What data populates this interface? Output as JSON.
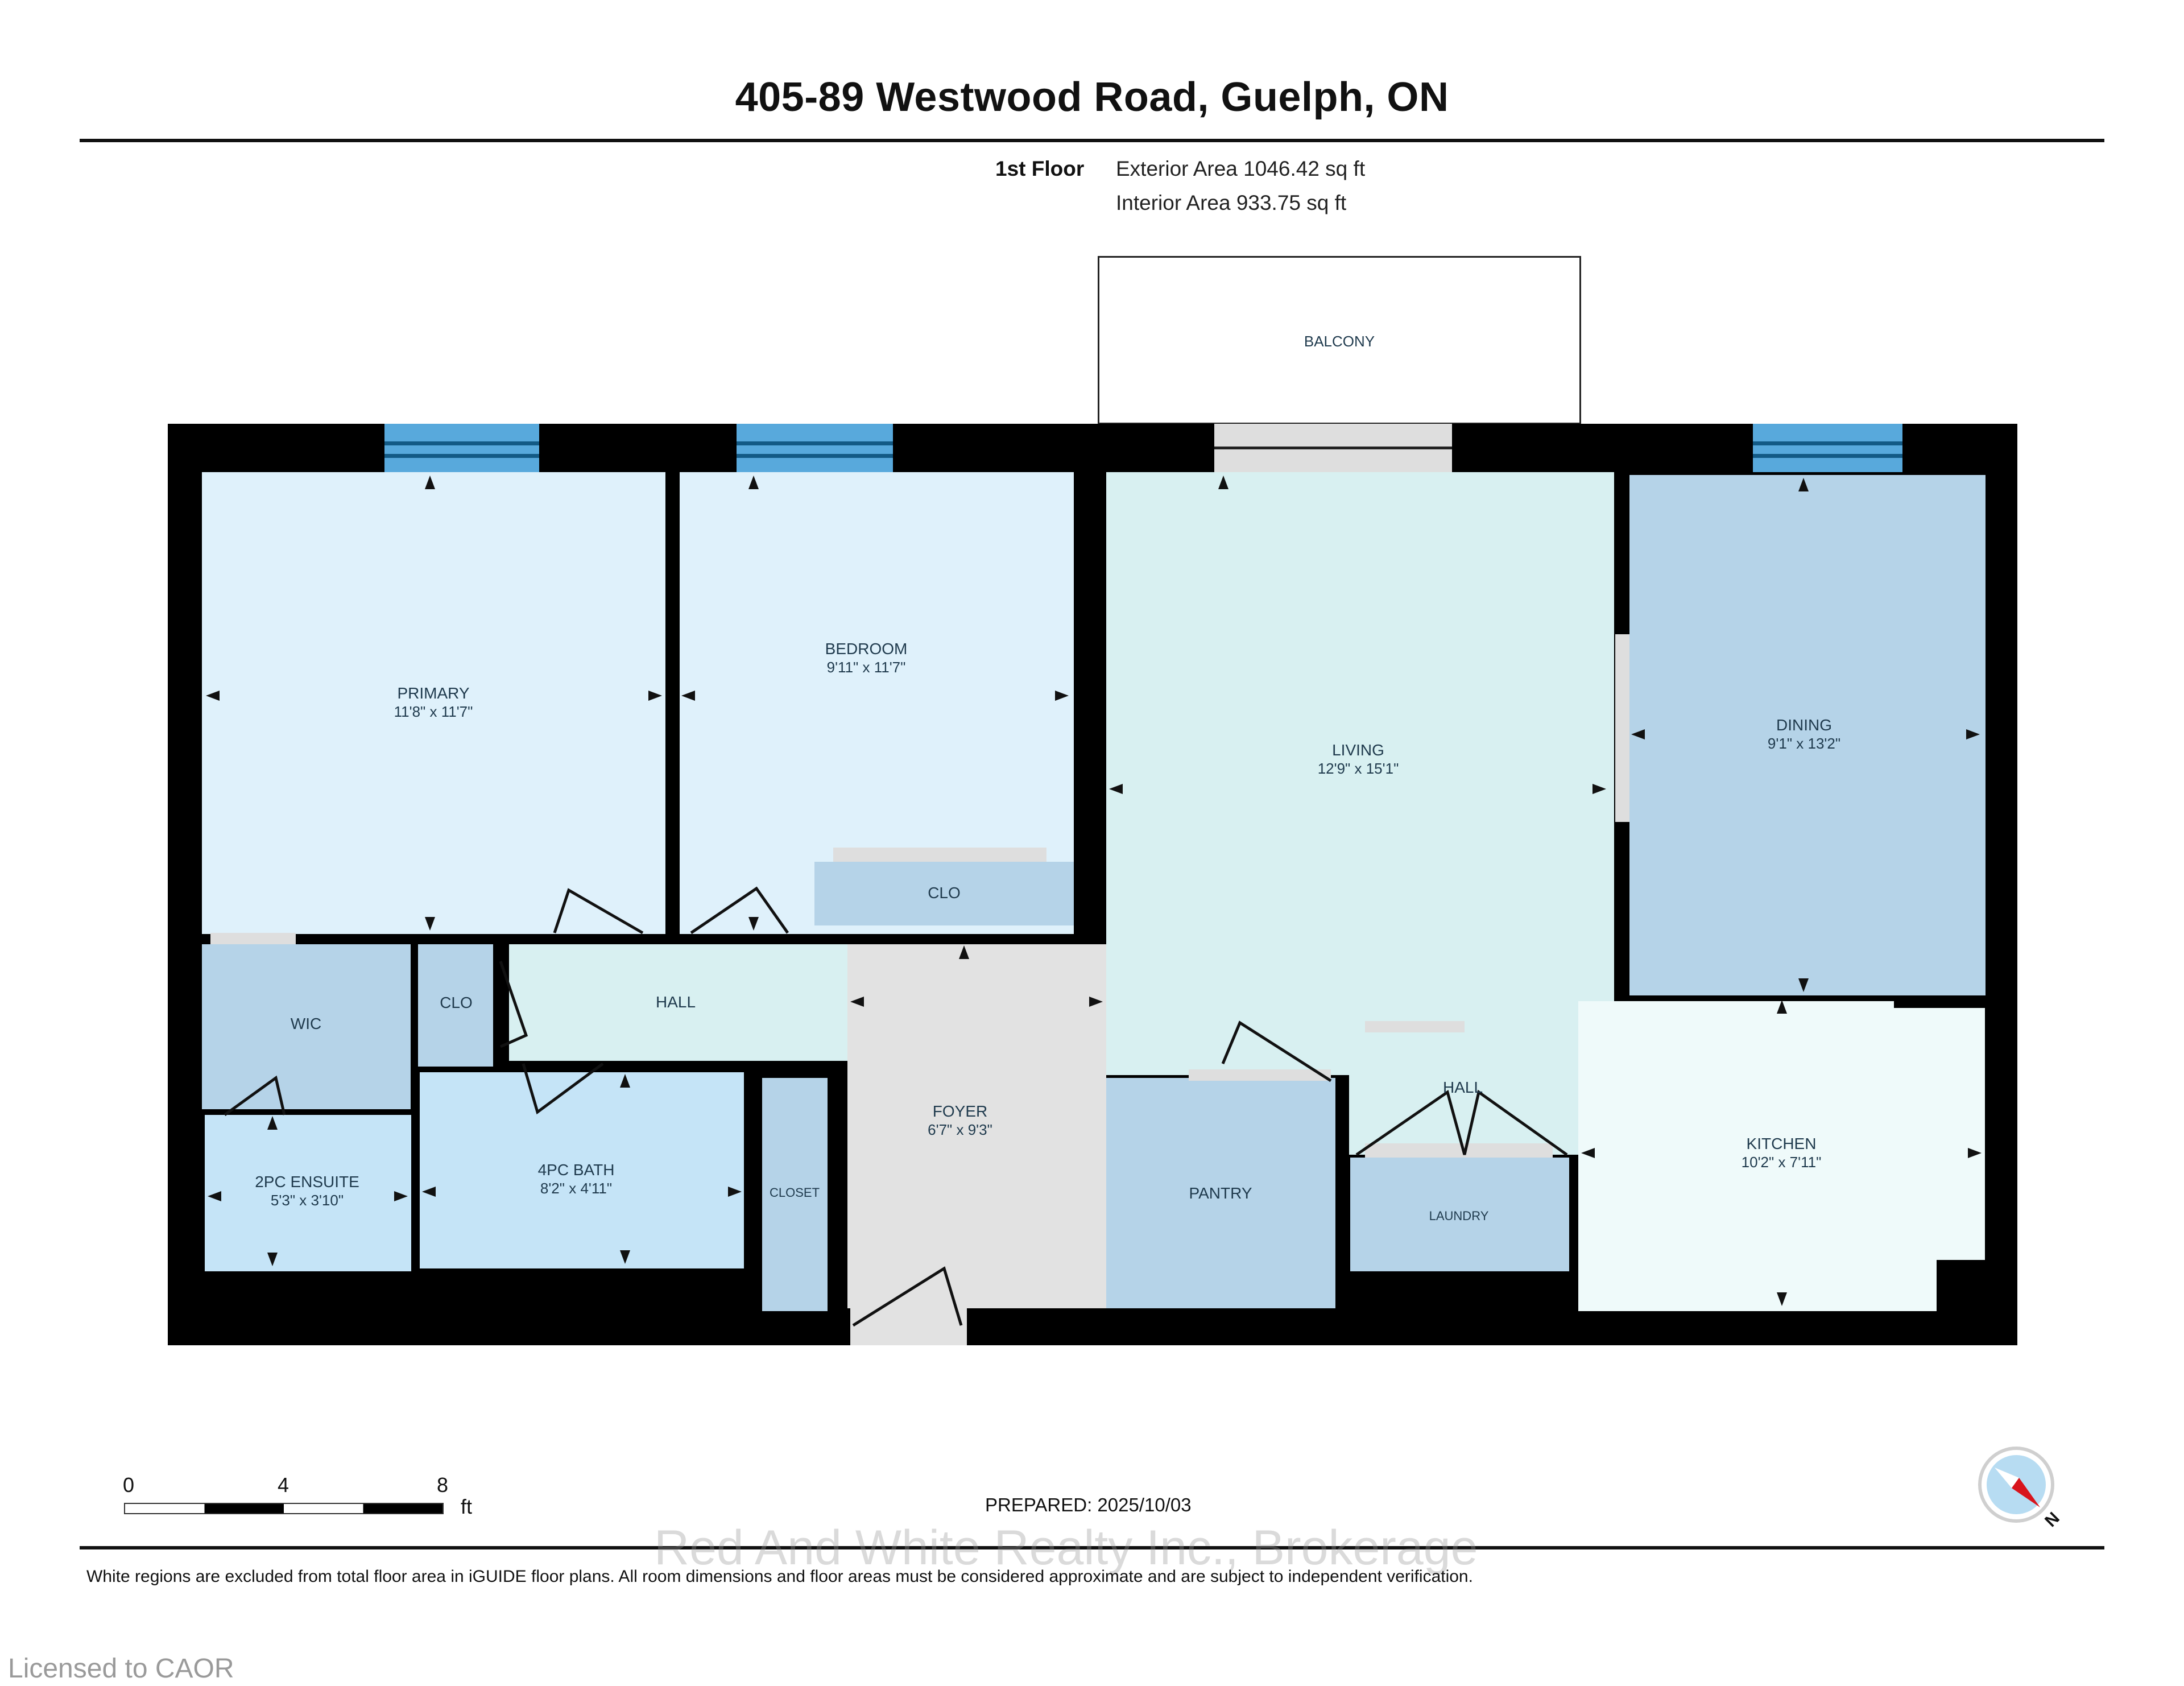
{
  "header": {
    "title": "405-89 Westwood Road, Guelph, ON",
    "floor": "1st Floor",
    "exterior_area": "Exterior Area 1046.42 sq ft",
    "interior_area": "Interior Area 933.75 sq ft"
  },
  "rooms": {
    "primary": {
      "name": "PRIMARY",
      "dims": "11'8\" x 11'7\""
    },
    "bedroom": {
      "name": "BEDROOM",
      "dims": "9'11\" x 11'7\""
    },
    "bed_clo": {
      "name": "CLO"
    },
    "living": {
      "name": "LIVING",
      "dims": "12'9\" x 15'1\""
    },
    "dining": {
      "name": "DINING",
      "dims": "9'1\" x 13'2\""
    },
    "balcony": {
      "name": "BALCONY"
    },
    "wic": {
      "name": "WIC"
    },
    "hall_clo": {
      "name": "CLO"
    },
    "hall_w": {
      "name": "HALL"
    },
    "ensuite": {
      "name": "2PC ENSUITE",
      "dims": "5'3\" x 3'10\""
    },
    "bath": {
      "name": "4PC BATH",
      "dims": "8'2\" x 4'11\""
    },
    "closet": {
      "name": "CLOSET"
    },
    "foyer": {
      "name": "FOYER",
      "dims": "6'7\" x 9'3\""
    },
    "pantry": {
      "name": "PANTRY"
    },
    "hall_e": {
      "name": "HALL"
    },
    "laundry": {
      "name": "LAUNDRY"
    },
    "kitchen": {
      "name": "KITCHEN",
      "dims": "10'2\" x 7'11\""
    }
  },
  "colors": {
    "wall": "#000000",
    "bedroom_fill": "#dff1fb",
    "living_fill": "#d8f0f1",
    "storage_fill": "#b5d3e8",
    "bath_fill": "#c5e4f7",
    "foyer_fill": "#e2e2e2",
    "kitchen_fill": "#effafa",
    "window": "#58a9dc"
  },
  "scale_bar": {
    "ticks": [
      "0",
      "4",
      "8"
    ],
    "unit": "ft"
  },
  "prepared": "PREPARED: 2025/10/03",
  "compass": {
    "label": "N",
    "icon": "compass-icon"
  },
  "watermark": "Red And White Realty Inc., Brokerage",
  "disclaimer": "White regions are excluded from total floor area in iGUIDE floor plans. All room dimensions and floor areas must be considered approximate and are subject to independent verification.",
  "license": "Licensed to CAOR"
}
